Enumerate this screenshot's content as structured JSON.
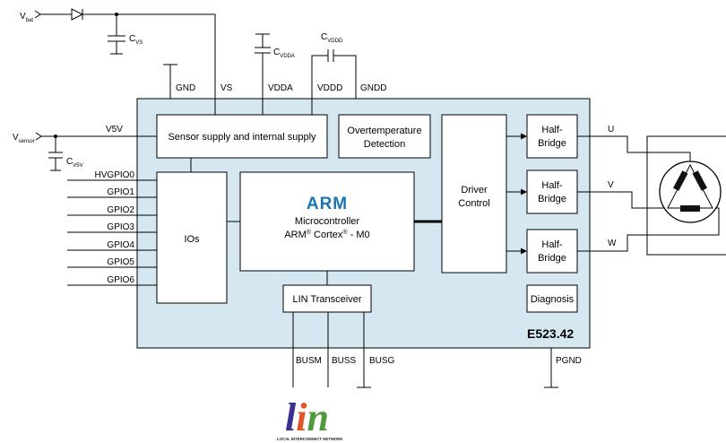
{
  "chip": {
    "name": "E523.42"
  },
  "supply": {
    "vbat": {
      "main": "V",
      "sub": "bat"
    },
    "vsensor": {
      "main": "V",
      "sub": "sensor"
    },
    "v5v": "V5V"
  },
  "capacitors": {
    "cvs": {
      "main": "C",
      "sub": "VS"
    },
    "cvdda": {
      "main": "C",
      "sub": "VDDA"
    },
    "cvddd": {
      "main": "C",
      "sub": "VDDD"
    },
    "cv5v": {
      "main": "C",
      "sub": "V5V"
    }
  },
  "top_pins": [
    "GND",
    "VS",
    "VDDA",
    "VDDD",
    "GNDD"
  ],
  "blocks": {
    "sensor_supply": "Sensor supply and internal supply",
    "overtemp": [
      "Overtemperature",
      "Detection"
    ],
    "driver": [
      "Driver",
      "Control"
    ],
    "half_bridge": [
      "Half-",
      "Bridge"
    ],
    "ios": "IOs",
    "mcu": {
      "logo": "ARM",
      "title": "Microcontroller",
      "core_parts": [
        "ARM",
        "®",
        " Cortex",
        "®",
        " - M0"
      ]
    },
    "lin": "LIN Transceiver",
    "diagnosis": "Diagnosis"
  },
  "gpio": [
    "HVGPIO0",
    "GPIO1",
    "GPIO2",
    "GPIO3",
    "GPIO4",
    "GPIO5",
    "GPIO6"
  ],
  "phases": [
    "U",
    "V",
    "W"
  ],
  "bottom_pins": [
    "BUSM",
    "BUSS",
    "BUSG",
    "PGND"
  ],
  "lin_logo": {
    "letters": [
      "l",
      "i",
      "n"
    ],
    "tagline": "LOCAL INTERCONNECT NETWORK"
  },
  "colors": {
    "chip_fill": "#d5e8f1",
    "arm_blue": "#1a74b4",
    "lin_l": "#3b2f8f",
    "lin_i": "#e2552b",
    "lin_n": "#4f9a3c"
  }
}
